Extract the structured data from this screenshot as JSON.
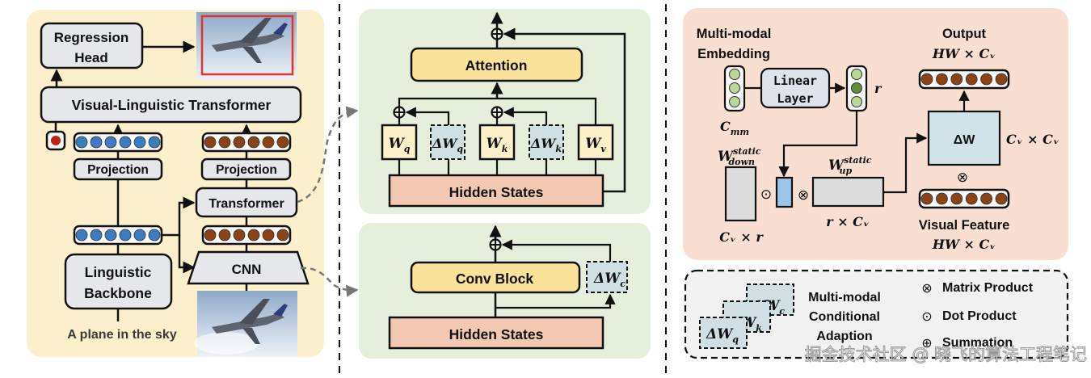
{
  "colors": {
    "left_panel_bg": "#fcefcc",
    "middle_panel_bg": "#e6eedc",
    "right_panel_bg": "#f8dfd2",
    "legend_bg": "#f2f2f2",
    "grey_box": "#e6e7eb",
    "attention_box": "#fbe29a",
    "hidden_states": "#f3c8b2",
    "w_box": "#fdf1cc",
    "delta_box": "#cfdfe4",
    "blue_token": "#3d7cc0",
    "brown_token": "#8a4217",
    "red_token": "#c0221a",
    "green_light": "#b7d89a",
    "green_dark": "#5f8f3e",
    "blue_vector": "#9cc3ea"
  },
  "left": {
    "regression_head": [
      "Regression",
      "Head"
    ],
    "vl_transformer": "Visual-Linguistic Transformer",
    "projection_left": "Projection",
    "projection_right": "Projection",
    "transformer": "Transformer",
    "cnn": "CNN",
    "linguistic_backbone": [
      "Linguistic",
      "Backbone"
    ],
    "text_input": "A plane in the sky",
    "image_output_icon": "airplane-with-bbox-image",
    "image_input_icon": "airplane-image"
  },
  "middle_top": {
    "attention": "Attention",
    "hidden_states": "Hidden States",
    "weights": [
      {
        "base": "W",
        "sub": "q",
        "delta": false
      },
      {
        "base": "ΔW",
        "sub": "q",
        "delta": true
      },
      {
        "base": "W",
        "sub": "k",
        "delta": false
      },
      {
        "base": "ΔW",
        "sub": "k",
        "delta": true
      },
      {
        "base": "W",
        "sub": "v",
        "delta": false
      }
    ],
    "sum_symbol": "⊕"
  },
  "middle_bottom": {
    "conv_block": "Conv Block",
    "hidden_states": "Hidden States",
    "delta": {
      "base": "ΔW",
      "sub": "c"
    }
  },
  "right": {
    "mm_embedding": [
      "Multi-modal",
      "Embedding"
    ],
    "c_mm": {
      "base": "C",
      "sub": "mm"
    },
    "linear_layer": [
      "Linear",
      "Layer"
    ],
    "r_label": "r",
    "w_down": {
      "base": "W",
      "sup": "static",
      "sub": "down"
    },
    "w_up": {
      "base": "W",
      "sup": "static",
      "sub": "up"
    },
    "w_down_dim": "Cᵥ × r",
    "w_up_dim": "r × Cᵥ",
    "dot_symbol": "⊙",
    "matmul_symbol": "⊗",
    "delta_w": "ΔW",
    "delta_w_dim": "Cᵥ × Cᵥ",
    "output_title": "Output",
    "output_dim": "HW × Cᵥ",
    "visual_feature_title": "Visual Feature",
    "visual_feature_dim": "HW × Cᵥ"
  },
  "legend": {
    "stack": [
      {
        "base": "ΔW",
        "sub": "c"
      },
      {
        "base": "ΔW",
        "sub": "k"
      },
      {
        "base": "ΔW",
        "sub": "q"
      }
    ],
    "mca_label": [
      "Multi-modal",
      "Conditional",
      "Adaption"
    ],
    "items": [
      {
        "symbol": "⊗",
        "label": "Matrix Product"
      },
      {
        "symbol": "⊙",
        "label": "Dot Product"
      },
      {
        "symbol": "⊕",
        "label": "Summation"
      }
    ]
  },
  "watermark": "掘金技术社区 @ 晓飞的算法工程笔记"
}
